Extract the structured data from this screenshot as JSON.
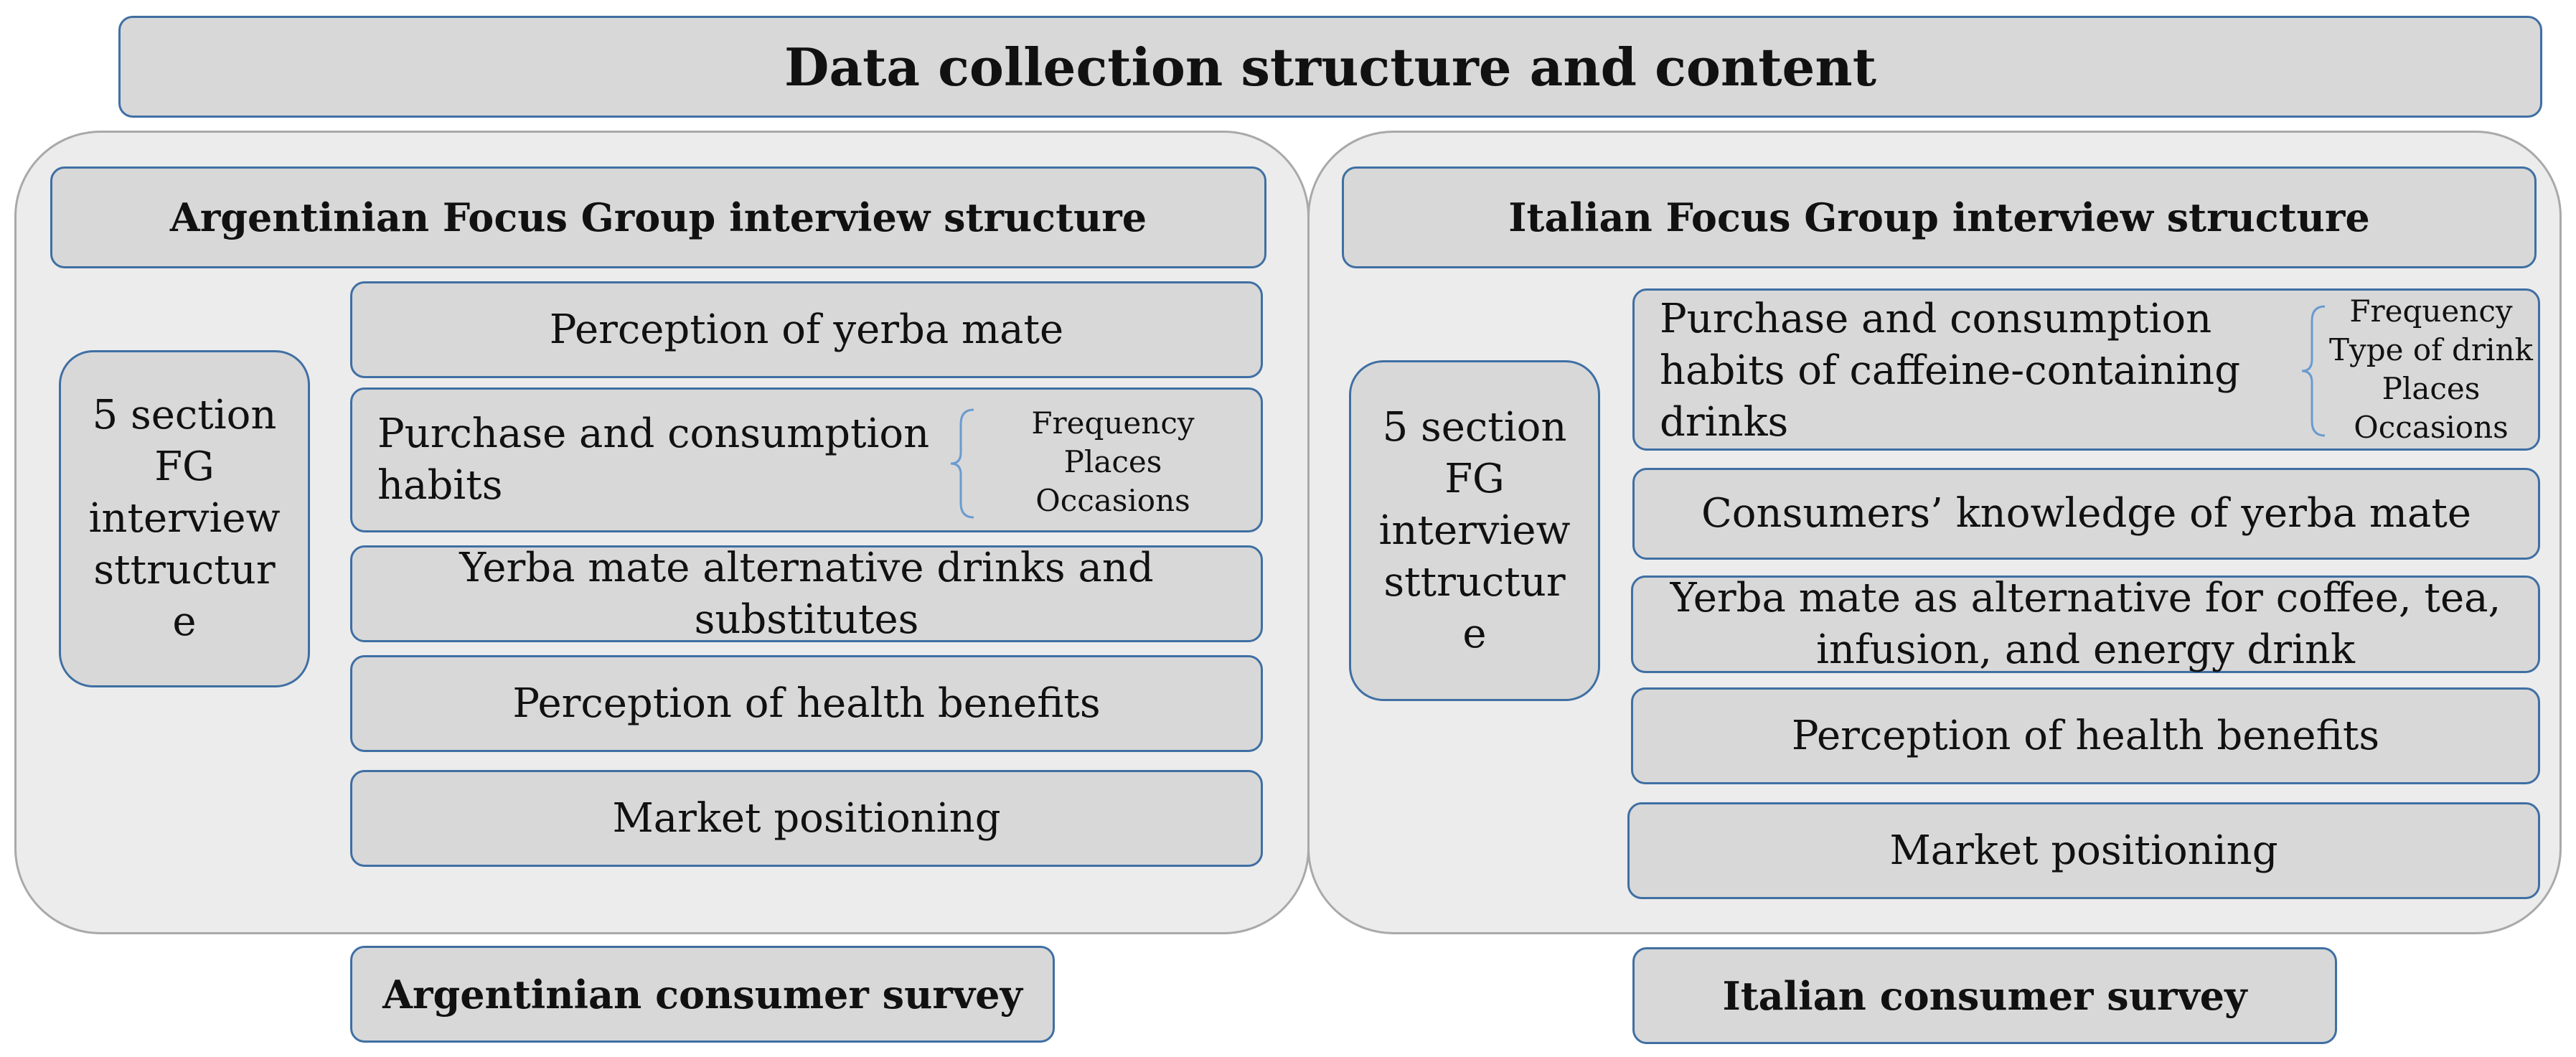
{
  "title": "Data collection structure and content",
  "left": {
    "header": "Argentinian Focus Group interview structure",
    "side_lines": [
      "5 section",
      "FG",
      "interview",
      "sttructur",
      "e"
    ],
    "items": [
      {
        "label": "Perception of yerba mate"
      },
      {
        "label_lines": [
          "Purchase and consumption",
          "habits"
        ],
        "sub": [
          "Frequency",
          "Places",
          "Occasions"
        ]
      },
      {
        "label_lines": [
          "Yerba mate alternative drinks and",
          "substitutes"
        ]
      },
      {
        "label": "Perception of health benefits"
      },
      {
        "label": "Market positioning"
      }
    ],
    "survey": "Argentinian consumer survey"
  },
  "right": {
    "header": "Italian Focus Group interview structure",
    "side_lines": [
      "5 section",
      "FG",
      "interview",
      "sttructur",
      "e"
    ],
    "items": [
      {
        "label_lines": [
          "Purchase and consumption",
          "habits of caffeine-containing",
          "drinks"
        ],
        "sub": [
          "Frequency",
          "Type of drink",
          "Places",
          "Occasions"
        ]
      },
      {
        "label": "Consumers’ knowledge of yerba mate"
      },
      {
        "label_lines": [
          "Yerba mate as alternative for coffee, tea,",
          "infusion, and energy drink"
        ]
      },
      {
        "label": "Perception of health benefits"
      },
      {
        "label": "Market positioning"
      }
    ],
    "survey": "Italian consumer survey"
  }
}
